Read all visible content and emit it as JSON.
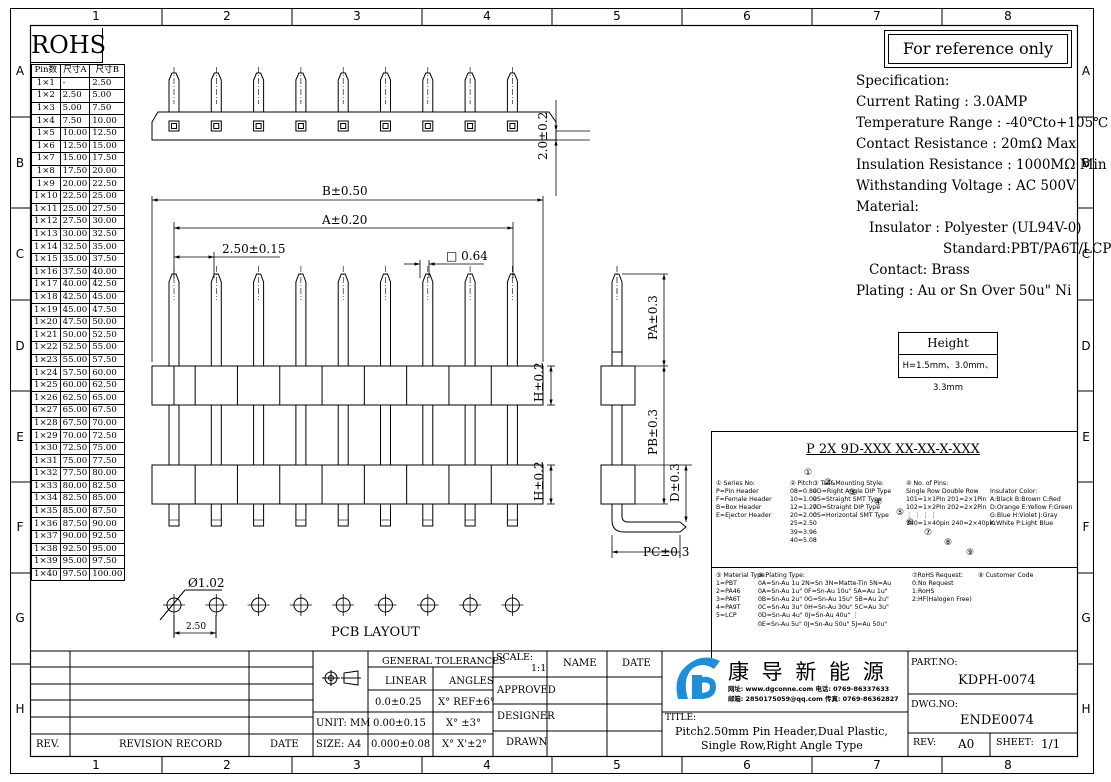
{
  "frame": {
    "col_labels": [
      "1",
      "2",
      "3",
      "4",
      "5",
      "6",
      "7",
      "8"
    ],
    "row_labels": [
      "A",
      "B",
      "C",
      "D",
      "E",
      "F",
      "G",
      "H"
    ]
  },
  "rohs_label": "ROHS",
  "reference_label": "For reference only",
  "pin_table": {
    "headers": [
      "Pin数",
      "尺寸A",
      "尺寸B"
    ],
    "rows": [
      [
        "1×1",
        "-",
        "2.50"
      ],
      [
        "1×2",
        "2.50",
        "5.00"
      ],
      [
        "1×3",
        "5.00",
        "7.50"
      ],
      [
        "1×4",
        "7.50",
        "10.00"
      ],
      [
        "1×5",
        "10.00",
        "12.50"
      ],
      [
        "1×6",
        "12.50",
        "15.00"
      ],
      [
        "1×7",
        "15.00",
        "17.50"
      ],
      [
        "1×8",
        "17.50",
        "20.00"
      ],
      [
        "1×9",
        "20.00",
        "22.50"
      ],
      [
        "1×10",
        "22.50",
        "25.00"
      ],
      [
        "1×11",
        "25.00",
        "27.50"
      ],
      [
        "1×12",
        "27.50",
        "30.00"
      ],
      [
        "1×13",
        "30.00",
        "32.50"
      ],
      [
        "1×14",
        "32.50",
        "35.00"
      ],
      [
        "1×15",
        "35.00",
        "37.50"
      ],
      [
        "1×16",
        "37.50",
        "40.00"
      ],
      [
        "1×17",
        "40.00",
        "42.50"
      ],
      [
        "1×18",
        "42.50",
        "45.00"
      ],
      [
        "1×19",
        "45.00",
        "47.50"
      ],
      [
        "1×20",
        "47.50",
        "50.00"
      ],
      [
        "1×21",
        "50.00",
        "52.50"
      ],
      [
        "1×22",
        "52.50",
        "55.00"
      ],
      [
        "1×23",
        "55.00",
        "57.50"
      ],
      [
        "1×24",
        "57.50",
        "60.00"
      ],
      [
        "1×25",
        "60.00",
        "62.50"
      ],
      [
        "1×26",
        "62.50",
        "65.00"
      ],
      [
        "1×27",
        "65.00",
        "67.50"
      ],
      [
        "1×28",
        "67.50",
        "70.00"
      ],
      [
        "1×29",
        "70.00",
        "72.50"
      ],
      [
        "1×30",
        "72.50",
        "75.00"
      ],
      [
        "1×31",
        "75.00",
        "77.50"
      ],
      [
        "1×32",
        "77.50",
        "80.00"
      ],
      [
        "1×33",
        "80.00",
        "82.50"
      ],
      [
        "1×34",
        "82.50",
        "85.00"
      ],
      [
        "1×35",
        "85.00",
        "87.50"
      ],
      [
        "1×36",
        "87.50",
        "90.00"
      ],
      [
        "1×37",
        "90.00",
        "92.50"
      ],
      [
        "1×38",
        "92.50",
        "95.00"
      ],
      [
        "1×39",
        "95.00",
        "97.50"
      ],
      [
        "1×40",
        "97.50",
        "100.00"
      ]
    ]
  },
  "spec": {
    "lines": [
      "Specification:",
      "Current Rating : 3.0AMP",
      "Temperature Range : -40℃to+105℃",
      "Contact Resistance : 20mΩ Max",
      "Insulation Resistance : 1000MΩ Min",
      "Withstanding Voltage : AC 500V",
      "Material:",
      "Insulator : Polyester (UL94V-0)",
      "Standard:PBT/PA6T/LCP",
      "Contact: Brass",
      "Plating : Au or Sn Over 50u\" Ni"
    ]
  },
  "height_box": {
    "title": "Height",
    "value": "H=1.5mm、3.0mm、3.3mm"
  },
  "dims": {
    "h_top": "2.0±0.2",
    "b": "B±0.50",
    "a": "A±0.20",
    "pitch": "2.50±0.15",
    "square": "□ 0.64",
    "h1": "H±0.2",
    "h2": "H±0.2",
    "pa": "PA±0.3",
    "pb": "PB±0.3",
    "d": "D±0.3",
    "pc": "PC±0.3",
    "hole": "Ø1.02",
    "pcb_pitch": "2.50",
    "pcb_label": "PCB LAYOUT"
  },
  "part_code": {
    "code": [
      "P",
      " ",
      "2X",
      " ",
      "9D",
      "-",
      "XXX",
      " ",
      "X",
      "X",
      "-",
      "XX",
      "-",
      "X",
      "-",
      "XXX"
    ],
    "markers": [
      "①",
      "②",
      "③",
      "④",
      "⑤",
      "⑥",
      "⑦",
      "⑧",
      "⑨"
    ]
  },
  "options": {
    "series": [
      "① Series No:",
      "P=Pin Header",
      "F=Female Header",
      "B=Box Header",
      "E=Ejector Header"
    ],
    "pitch": [
      "② Pitch:",
      "08=0.80",
      "10=1.00",
      "12=1.27",
      "20=2.00",
      "25=2.50",
      "39=3.96",
      "40=5.08"
    ],
    "tail": [
      "③ Tail&Mounting Style:",
      "9D=Right Angle DIP Type",
      "9S=Straight SMT Type",
      "0D=Straight DIP Type",
      "0S=Horizontal SMT Type"
    ],
    "pins": [
      "④ No. of Pins:",
      "Single Row   Double Row",
      "101=1×1Pin   201=2×1Pin",
      "102=1×2Pin   202=2×2Pin",
      "  ⋮  ⋮        ⋮  ⋮",
      "140=1×40pin  240=2×40pin"
    ],
    "color": [
      "Insulator Color:",
      "A:Black  B:Brown  C:Red",
      "D:Orange E:Yellow F:Green",
      "G:Blue   H:Violet J:Gray",
      "K:White  P:Light Blue"
    ],
    "material": [
      "⑤ Material Type:",
      "1=PBT",
      "2=PA46",
      "3=PA6T",
      "4=PA9T",
      "5=LCP"
    ],
    "plating": [
      "⑥ Plating Type:",
      "0A=Sn-Au 1u\" 0F=Sn-Au 10u\"  5A=Au 1u\"",
      "0B=Sn-Au 2u\" 0G=Sn-Au 15u\"  5B=Au 2u\"",
      "0C=Sn-Au 3u\" 0H=Sn-Au 30u\"  5C=Au 3u\"",
      "0D=Sn-Au 4u\" 0J=Sn-Au 40u\"     ⋮",
      "0E=Sn-Au 5u\" 0J=Sn-Au 50u\"  5J=Au 50u\""
    ],
    "plating_top": "0A=Sn-Au 1u 2N=Sn 3N=Matte-Tin 5N=Au",
    "rohs": [
      "⑦RoHS Request:",
      "0:No Request",
      "1:RoHS",
      "2:HF(Halogen Free)"
    ],
    "custom": "⑧ Customer Code"
  },
  "tolerance": {
    "header": "GENERAL TOLERANCES",
    "linear": "LINEAR",
    "angles": "ANGLES",
    "rows": [
      [
        "0.0±0.25",
        "X° REF±6°"
      ],
      [
        "0.00±0.15",
        "X° ±3°"
      ],
      [
        "0.000±0.08",
        "X° X'±2°"
      ]
    ],
    "unit": "UNIT: MM",
    "size": "SIZE: A4"
  },
  "approval": {
    "scale_label": "SCALE:",
    "scale_value": "1:1",
    "name": "NAME",
    "date": "DATE",
    "approved": "APPROVED",
    "designer": "DESIGNER",
    "drawn": "DRAWN"
  },
  "revision": {
    "rev": "REV.",
    "record": "REVISION RECORD",
    "date": "DATE"
  },
  "company": {
    "name": "康 导 新 能 源",
    "line1": "网址: www.dgconne.com  电话: 0769-86337633",
    "line2": "邮箱: 2850175059@qq.com 传真: 0769-86362827"
  },
  "title_block": {
    "title_label": "TITLE:",
    "title_line1": "Pitch2.50mm Pin Header,Dual Plastic,",
    "title_line2": "Single Row,Right Angle Type",
    "part_label": "PART.NO:",
    "part_value": "KDPH-0074",
    "dwg_label": "DWG.NO:",
    "dwg_value": "ENDE0074",
    "rev_label": "REV:",
    "rev_value": "A0",
    "sheet_label": "SHEET:",
    "sheet_value": "1/1"
  },
  "colors": {
    "logo_blue": "#1e8fd6",
    "ink": "#000000"
  }
}
